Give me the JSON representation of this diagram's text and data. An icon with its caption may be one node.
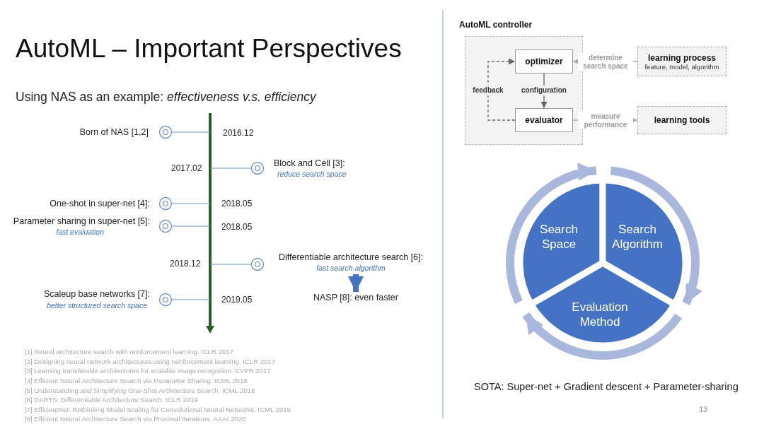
{
  "diagram": {
    "title": "AutoML – Important Perspectives",
    "nodes": [
      {
        "text": [
          "Differentiable architecture search [6]:",
          "fast search algorithm"
        ]
      },
      {
        "text": [
          "NASP [8]: even faster"
        ]
      },
      {
        "text": [
          "AutoML controller"
        ]
      },
      {
        "text": [
          "optimizer"
        ],
        "in": 2
      },
      {
        "text": [
          "evaluator"
        ],
        "in": 2
      },
      {
        "text": [
          "learning process",
          "feature, model, algorithm"
        ]
      },
      {
        "text": [
          "learning tools"
        ]
      },
      {
        "text": [
          "Search Space"
        ]
      },
      {
        "text": [
          "Search Algorithm"
        ]
      },
      {
        "text": [
          "Evaluation Method"
        ]
      }
    ],
    "edges": [
      {
        "from": 0,
        "to": 1,
        "arrow": "to",
        "style": "thick",
        "color": "#4472c4"
      },
      {
        "from": 3,
        "to": 4,
        "arrow": "to",
        "label": "configuration",
        "color": "#666666"
      },
      {
        "from": 4,
        "to": 3,
        "arrow": "to",
        "label": "feedback",
        "style": "dashed",
        "color": "#666666"
      },
      {
        "from": 5,
        "to": 3,
        "arrow": "to",
        "label": "determine search space",
        "color": "#aaaaaa"
      },
      {
        "from": 4,
        "to": 6,
        "arrow": "to",
        "label": "measure performance",
        "color": "#aaaaaa"
      }
    ],
    "labels": [
      "Using NAS as an example: *effectiveness v.s. efficiency*",
      "Born of NAS [1,2]",
      "2016.12",
      "2017.02",
      "Block and Cell [3]:",
      "reduce search space",
      "One-shot in super-net [4]:",
      "2018.05",
      "Parameter sharing in super-net [5]:",
      "fast evaluation",
      "2018.05",
      "2018.12",
      "Scaleup base networks [7]:",
      "better structured search space",
      "2019.05",
      "[1] Neural architecture search with reinforcement learning. ICLR 2017",
      "[2] Designing neural network architectures using reinforcement learning. ICLR 2017",
      "[3] Learning transferable architectures for scalable image recognition. CVPR 2017",
      "[4] Efficient Neural Architecture Search via Parameter Sharing. ICML 2018",
      "[5] Understanding and Simplifying One-Shot Architecture Search. ICML 2018",
      "[6] DARTS: Differentiable Architecture Search. ICLR 2019",
      "[7] EfficientNet: Rethinking Model Scaling for Convolutional Neural Networks. ICML 2019",
      "[8] Efficient Neural Architecture Search via Proximal Iterations. AAAI 2020",
      "SOTA: Super-net + Gradient descent + Parameter-sharing",
      "13"
    ]
  }
}
